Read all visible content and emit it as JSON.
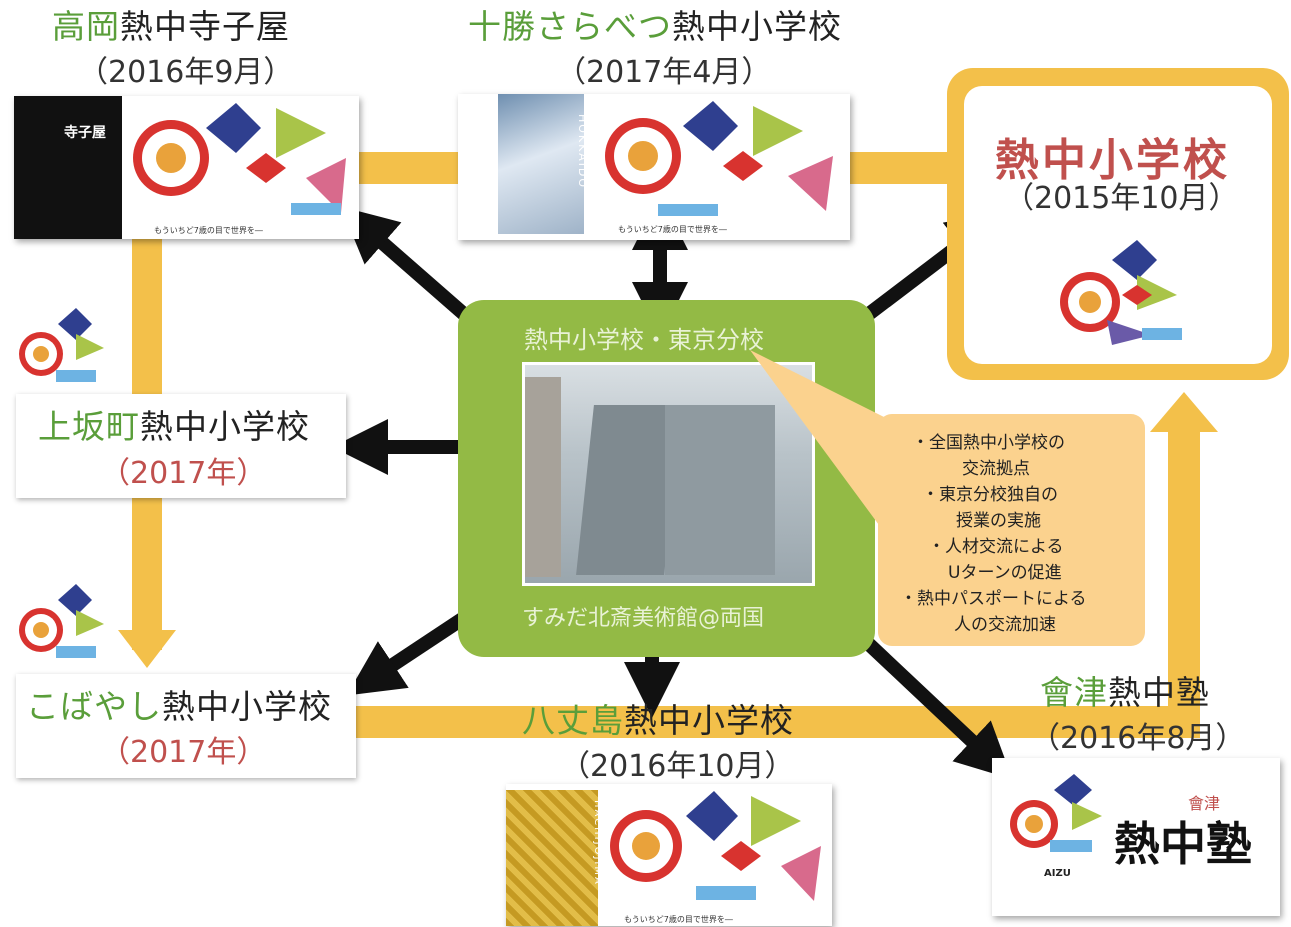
{
  "nodes": {
    "takaoka": {
      "name_prefix": "高岡",
      "name_suffix": "熱中寺子屋",
      "date": "（2016年9月）",
      "poster_title": "寺子屋",
      "poster_caption": "もういちど7歳の目で世界を―"
    },
    "tokachi": {
      "name_prefix": "十勝さらべつ",
      "name_suffix": "熱中小学校",
      "date": "（2017年4月）",
      "poster_title": "HOKKAIDO",
      "poster_caption": "もういちど7歳の目で世界を―"
    },
    "main": {
      "name": "熱中小学校",
      "date": "（2015年10月）"
    },
    "kamisaka": {
      "name_prefix": "上坂町",
      "name_suffix": "熱中小学校",
      "date": "（2017年）"
    },
    "kobayashi": {
      "name_prefix": "こばやし",
      "name_suffix": "熱中小学校",
      "date": "（2017年）"
    },
    "hachijo": {
      "name_prefix": "八丈島",
      "name_suffix": "熱中小学校",
      "date": "（2016年10月）",
      "poster_title": "HACHIJOJIMA",
      "poster_caption": "もういちど7歳の目で世界を―"
    },
    "aizu": {
      "name_prefix": "會津",
      "name_suffix": "熱中塾",
      "date": "（2016年8月）",
      "logo_text": "AIZU",
      "brush_text": "熱中塾",
      "small_text": "會津"
    }
  },
  "center": {
    "title": "熱中小学校・東京分校",
    "subtitle": "すみだ北斎美術館@両国"
  },
  "callout": {
    "lines": [
      "・全国熱中小学校の",
      "交流拠点",
      "・東京分校独自の",
      "授業の実施",
      "・人材交流による",
      "Uターンの促進",
      "・熱中パスポートによる",
      "人の交流加速"
    ]
  },
  "colors": {
    "connector": "#f3c04a",
    "arrow": "#111111",
    "green_text": "#5a9e3a",
    "red_text": "#c0504d",
    "center_box": "#93ba45",
    "callout": "#fbd28e"
  }
}
